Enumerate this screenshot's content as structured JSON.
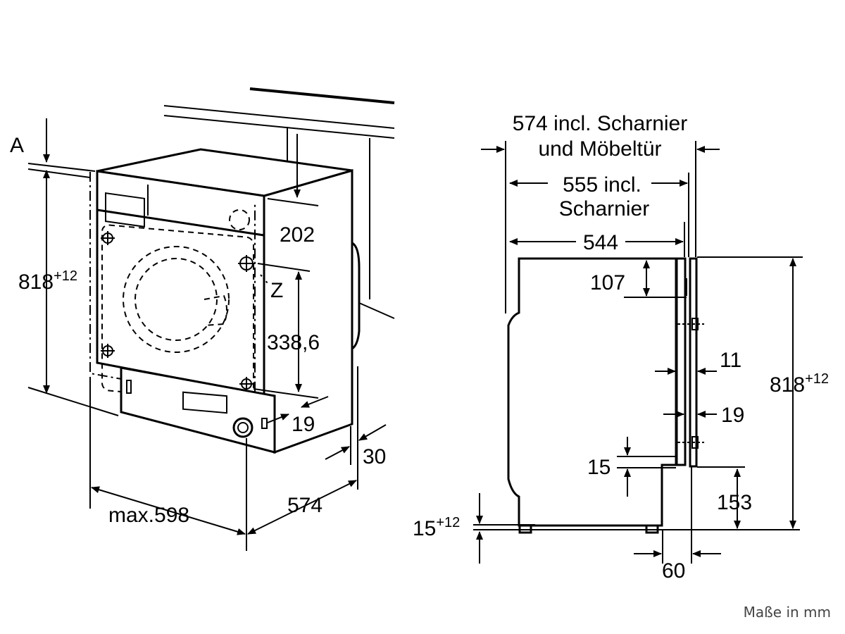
{
  "front_view": {
    "label_a": "A",
    "height": "818",
    "height_tol": "+12",
    "dim_202": "202",
    "label_z": "Z",
    "dim_338": "338,6",
    "dim_19": "19",
    "dim_30": "30",
    "width_max": "max.598",
    "depth": "574"
  },
  "side_view": {
    "dim_574_line1": "574 incl. Scharnier",
    "dim_574_line2": "und Möbeltür",
    "dim_555_line1": "555 incl.",
    "dim_555_line2": "Scharnier",
    "dim_544": "544",
    "dim_107": "107",
    "dim_11": "11",
    "dim_19": "19",
    "height": "818",
    "height_tol": "+12",
    "dim_15": "15",
    "dim_153": "153",
    "feet": "15",
    "feet_tol": "+12",
    "dim_60": "60"
  },
  "footer": {
    "units_note": "Maße in mm"
  }
}
